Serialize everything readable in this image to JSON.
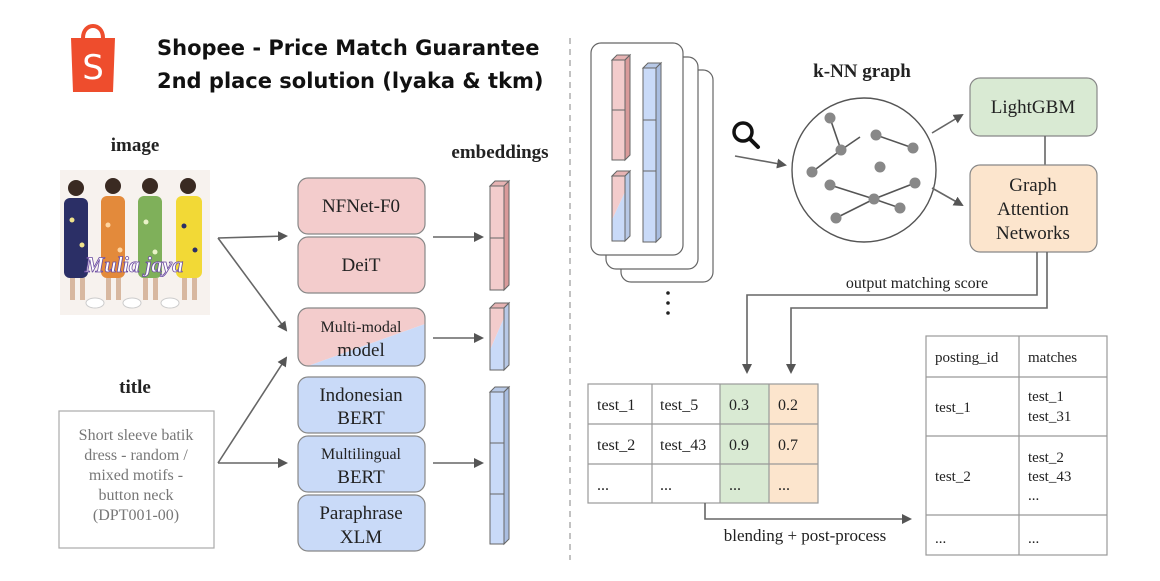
{
  "header": {
    "title_line1": "Shopee - Price Match Guarantee",
    "title_line2": "2nd place solution (lyaka & tkm)"
  },
  "inputs": {
    "image_label": "image",
    "image_watermark": "Mulia jaya",
    "title_label": "title",
    "title_text": [
      "Short sleeve batik",
      "dress - random /",
      "mixed motifs -",
      "button neck",
      "(DPT001-00)"
    ]
  },
  "models": {
    "nfnet": "NFNet-F0",
    "deit": "DeiT",
    "multimodal": [
      "Multi-modal",
      "model"
    ],
    "indonesian_bert": [
      "Indonesian",
      "BERT"
    ],
    "multilingual_bert": [
      "Multilingual",
      "BERT"
    ],
    "paraphrase_xlm": [
      "Paraphrase",
      "XLM"
    ]
  },
  "embeddings_label": "embeddings",
  "graph": {
    "knn_label": "k-NN graph",
    "dots": "·\n·\n·"
  },
  "classifiers": {
    "lightgbm": "LightGBM",
    "gat": [
      "Graph",
      "Attention",
      "Networks"
    ],
    "output_label": "output matching score"
  },
  "score_table": {
    "rows": [
      [
        "test_1",
        "test_5",
        "0.3",
        "0.2"
      ],
      [
        "test_2",
        "test_43",
        "0.9",
        "0.7"
      ],
      [
        "...",
        "...",
        "...",
        "..."
      ]
    ]
  },
  "blend_label": "blending + post-process",
  "result_table": {
    "headers": [
      "posting_id",
      "matches"
    ],
    "rows": [
      {
        "id": "test_1",
        "matches": [
          "test_1",
          "test_31"
        ]
      },
      {
        "id": "test_2",
        "matches": [
          "test_2",
          "test_43",
          "..."
        ]
      },
      {
        "id": "...",
        "matches": [
          "..."
        ]
      }
    ]
  },
  "colors": {
    "pink": "#f3cccc",
    "blue": "#c9daf8",
    "green": "#d9ead3",
    "orange": "#fce5cd",
    "brand": "#ee4d2d"
  }
}
